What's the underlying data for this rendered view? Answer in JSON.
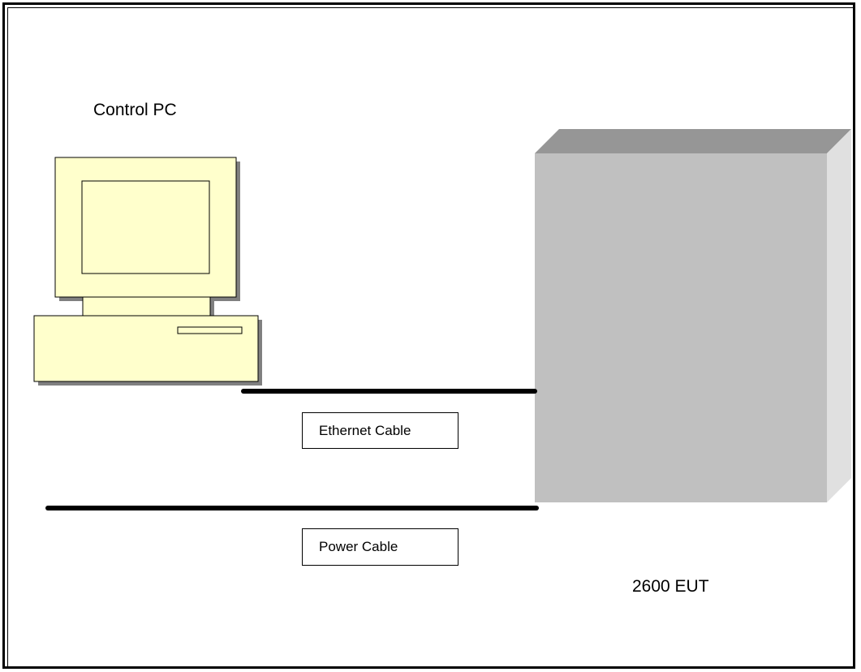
{
  "diagram": {
    "control_pc_label": "Control PC",
    "eut_label": "2600 EUT",
    "ethernet_cable_label": "Ethernet Cable",
    "power_cable_label": "Power Cable"
  },
  "colors": {
    "pc_fill": "#FFFFCC",
    "pc_shadow": "#808080",
    "eut_front": "#C0C0C0",
    "eut_top": "#969696",
    "eut_side": "#E0E0E0",
    "cable": "#000000",
    "frame": "#000000"
  },
  "icons": {
    "pc": "desktop-computer-icon",
    "eut": "equipment-cabinet-icon"
  }
}
